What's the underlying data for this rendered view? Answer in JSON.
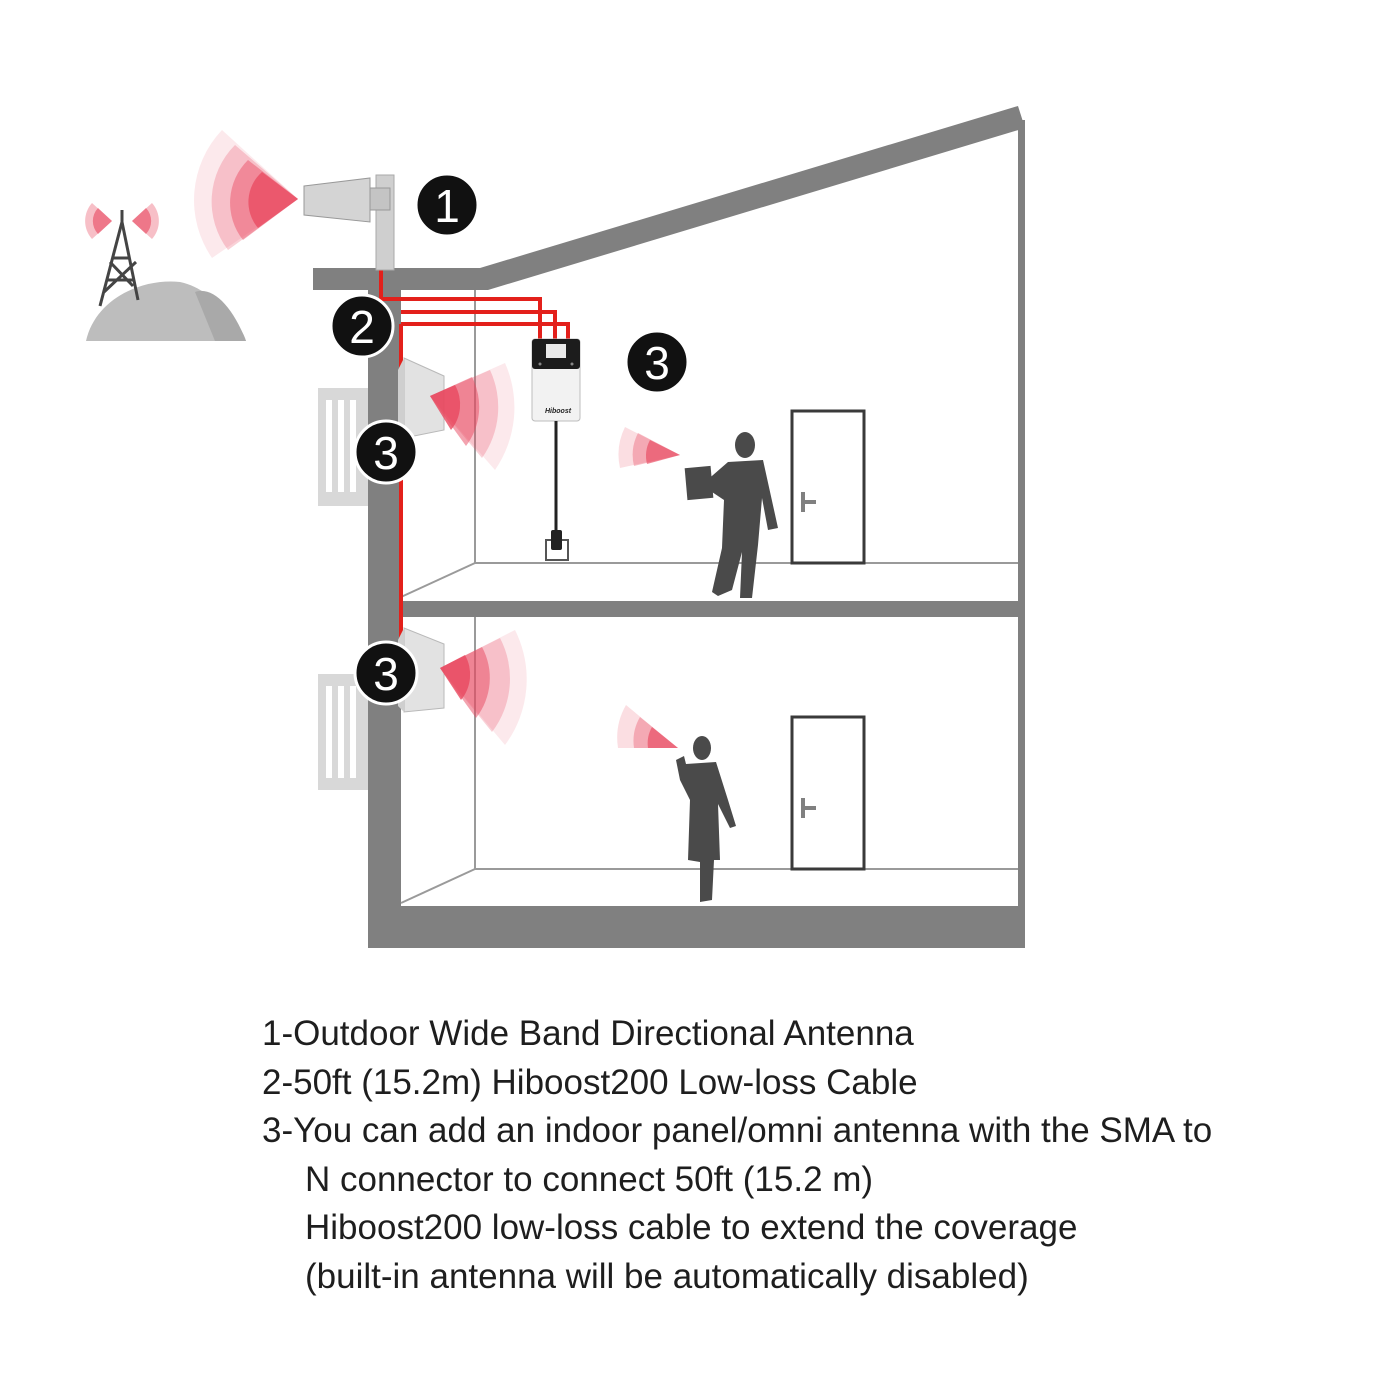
{
  "colors": {
    "wall": "#808080",
    "cable": "#e3201b",
    "signal": "#e8485f",
    "badge": "#111111",
    "person": "#4a4a4a"
  },
  "badges": {
    "outdoor_antenna": "1",
    "cable": "2",
    "indoor_antenna_upper": "3",
    "booster_coverage": "3",
    "indoor_antenna_lower": "3"
  },
  "device": {
    "brand": "Hiboost"
  },
  "icons": [
    "cell-tower-icon",
    "yagi-antenna-icon",
    "panel-antenna-icon",
    "booster-icon",
    "power-plug-icon",
    "person-with-tablet-icon",
    "person-on-phone-icon",
    "door-icon"
  ],
  "legend": {
    "item1": "1-Outdoor Wide Band Directional Antenna",
    "item2": "2-50ft (15.2m) Hiboost200 Low-loss Cable",
    "item3_line1": "3-You can add an indoor panel/omni antenna with the SMA to",
    "item3_line2": "N connector to connect 50ft (15.2 m)",
    "item3_line3": "Hiboost200 low-loss cable to extend the coverage",
    "item3_line4": "(built-in antenna will be automatically disabled)"
  }
}
